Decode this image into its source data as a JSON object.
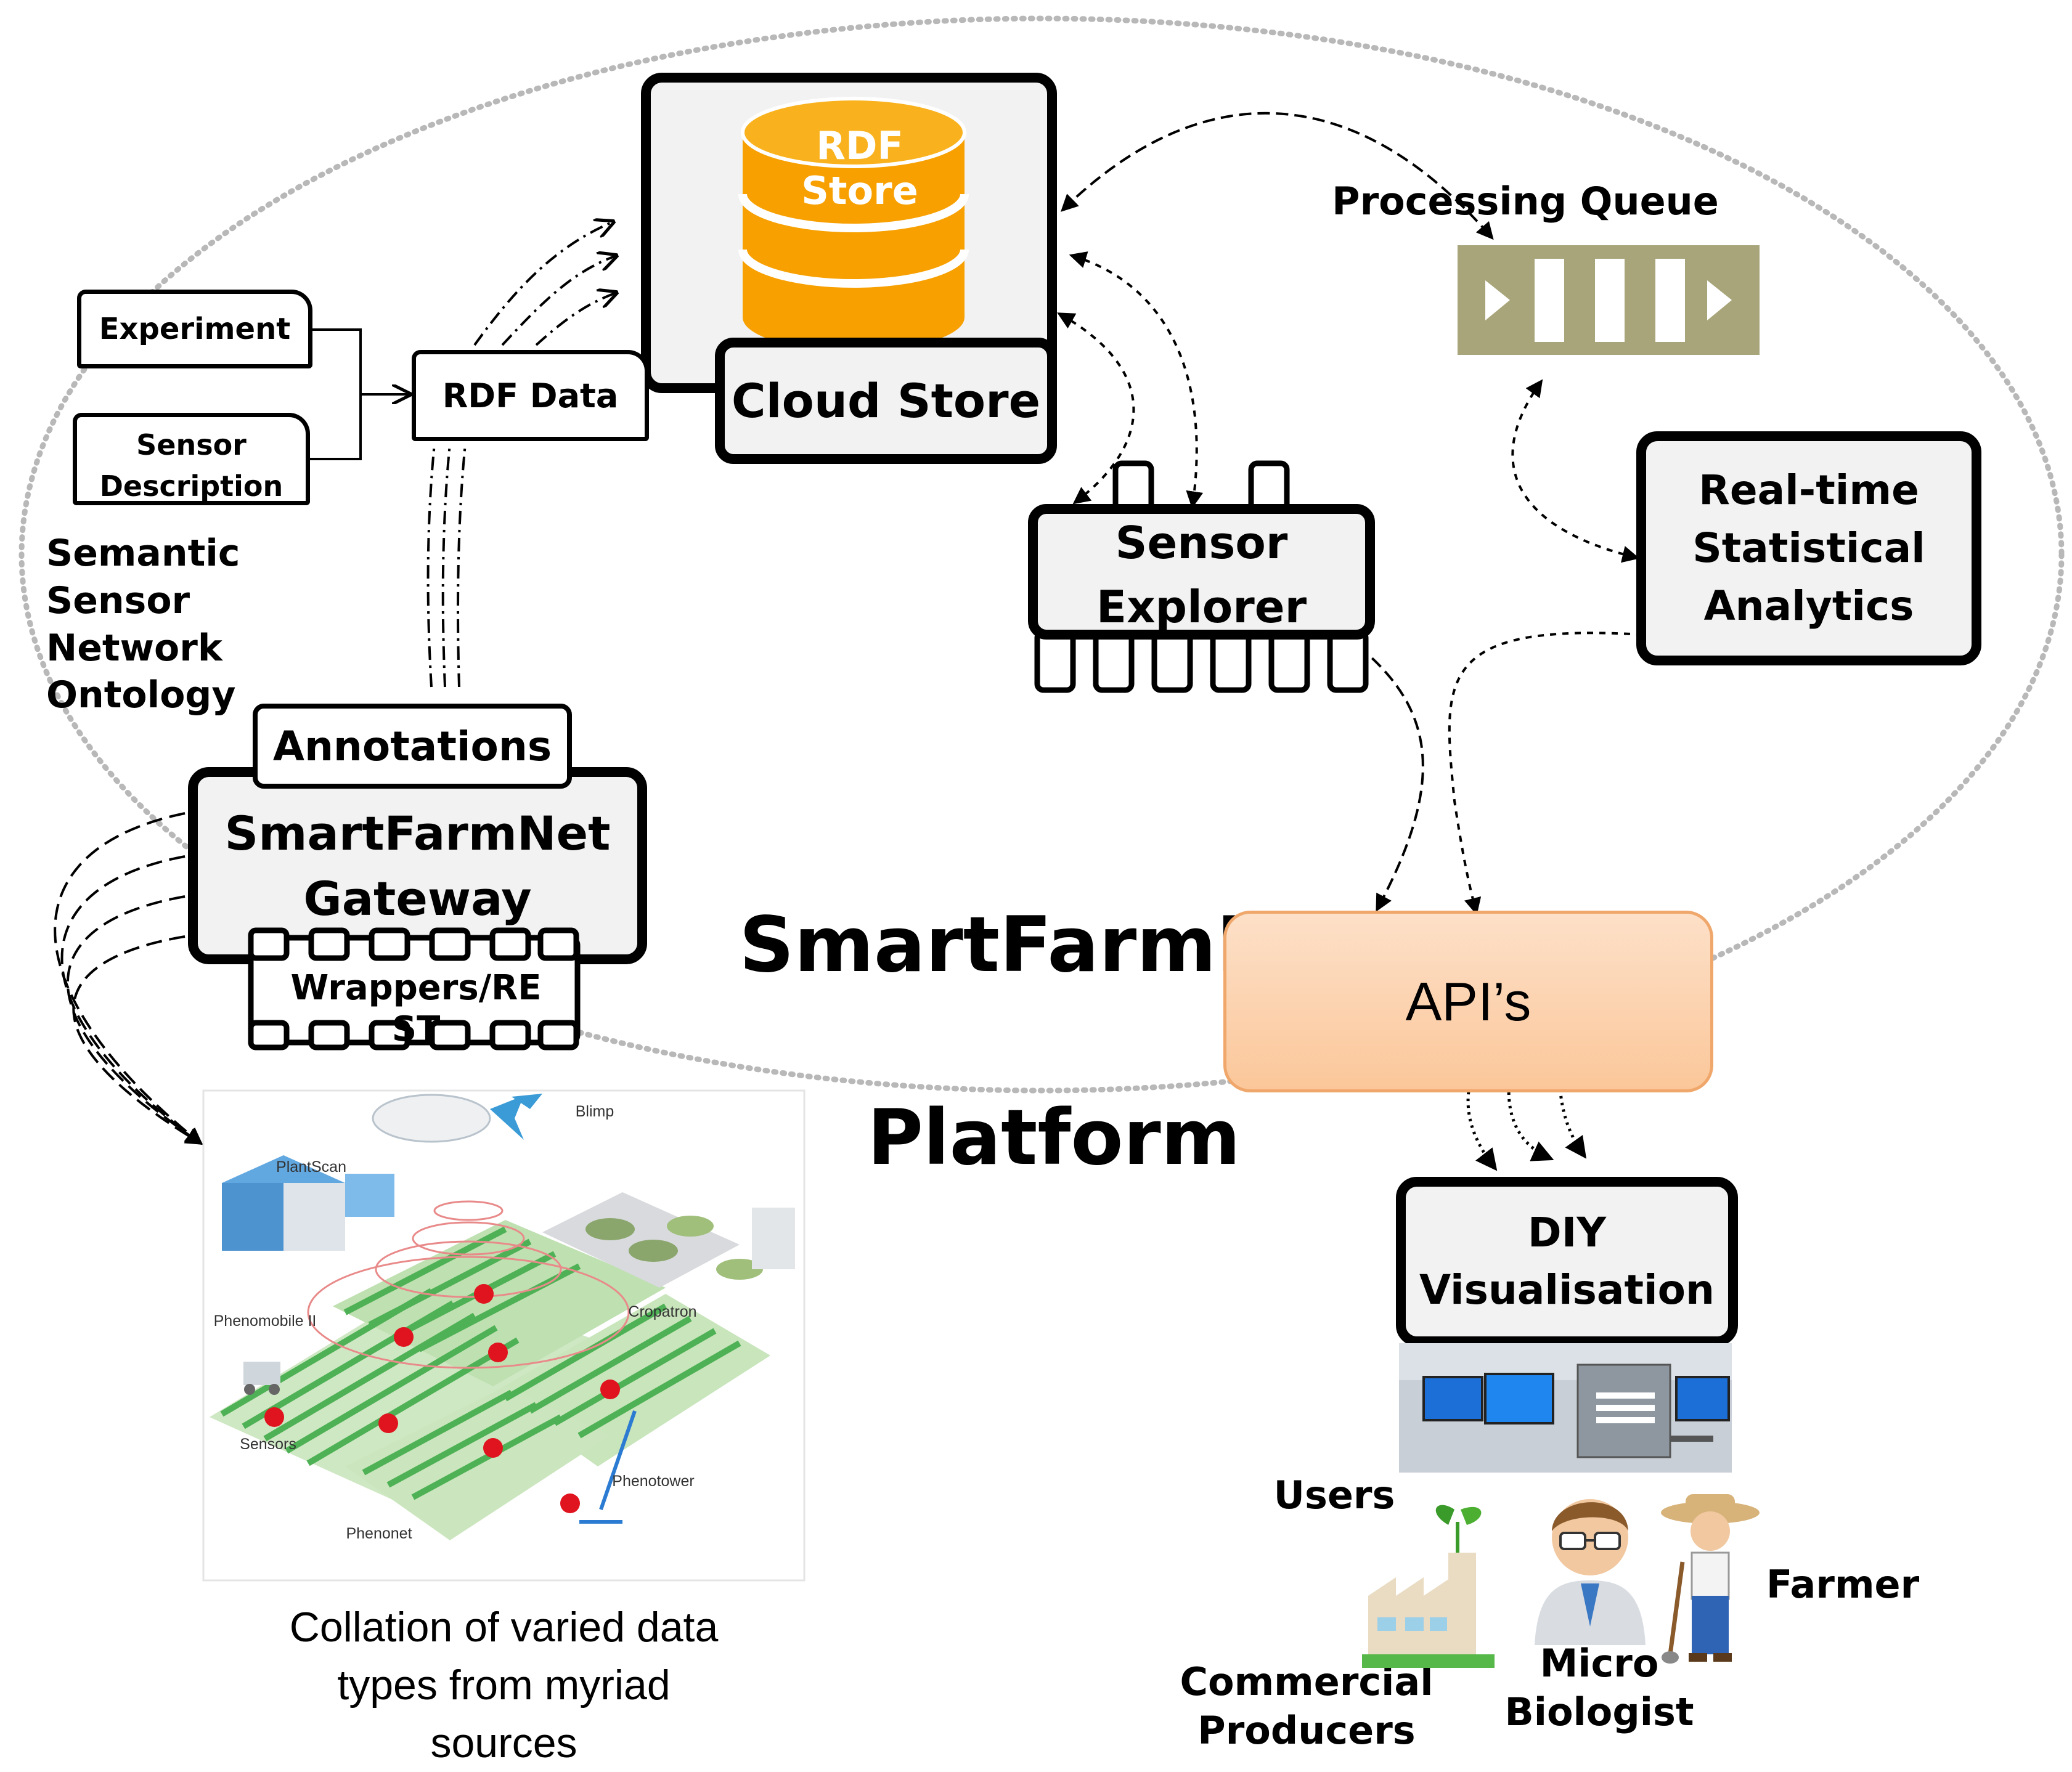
{
  "platform": {
    "title_line1": "SmartFarmNet",
    "title_line2": "Platform"
  },
  "rdf_store": {
    "db_label": "RDF\nStore",
    "box_label": "Cloud Store"
  },
  "processing_queue": {
    "label": "Processing Queue",
    "color": "#a8a57a"
  },
  "analytics": {
    "label": "Real-time\nStatistical\nAnalytics"
  },
  "sensor_explorer": {
    "label": "Sensor\nExplorer"
  },
  "inputs": {
    "experiment": "Experiment",
    "sensor_description": "Sensor\nDescription",
    "rdf_data": "RDF Data"
  },
  "ontology": {
    "label": "Semantic Sensor\nNetwork Ontology"
  },
  "gateway": {
    "annotations": "Annotations",
    "label": "SmartFarmNet\nGateway",
    "wrappers": "Wrappers/RE\nST"
  },
  "apis": {
    "label": "API’s"
  },
  "diy": {
    "label": "DIY\nVisualisation"
  },
  "users": {
    "heading": "Users",
    "farmer": "Farmer",
    "micro_biologist": "Micro\nBiologist",
    "commercial_producers": "Commercial\nProducers"
  },
  "sources_caption": "Collation of varied data\ntypes from myriad\nsources",
  "field_image": {
    "blimp": "Blimp",
    "plantscan": "PlantScan",
    "phenomobile": "Phenomobile II",
    "cropatron": "Cropatron",
    "sensors": "Sensors",
    "phenotower": "Phenotower",
    "phenonet": "Phenonet"
  },
  "colors": {
    "orange": "#f7a000",
    "api_fill": "#fbc79a",
    "api_border": "#f0a76b",
    "box_fill": "#f2f2f2"
  }
}
